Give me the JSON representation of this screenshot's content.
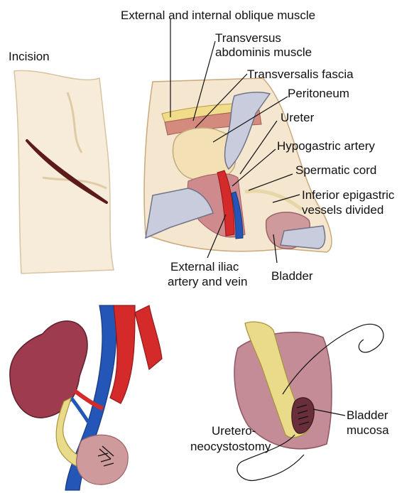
{
  "labels": {
    "incision": "Incision",
    "oblique_muscle": "External and internal oblique muscle",
    "transversus_1": "Transversus",
    "transversus_2": "abdominis muscle",
    "transversalis_fascia": "Transversalis fascia",
    "peritoneum": "Peritoneum",
    "ureter": "Ureter",
    "hypogastric_artery": "Hypogastric artery",
    "spermatic_cord": "Spermatic cord",
    "inferior_epigastric_1": "Inferior epigastric",
    "inferior_epigastric_2": "vessels divided",
    "external_iliac_1": "External iliac",
    "external_iliac_2": "artery and vein",
    "bladder": "Bladder",
    "ureteroneocystostomy_1": "Uretero-",
    "ureteroneocystostomy_2": "neocystostomy",
    "bladder_mucosa_1": "Bladder",
    "bladder_mucosa_2": "mucosa"
  },
  "colors": {
    "skin": "#f6ead6",
    "skin_shadow": "#e8d6ba",
    "muscle": "#c98a86",
    "muscle_dark": "#a85f60",
    "fat": "#f3e2a6",
    "artery": "#d42a2a",
    "vein": "#2456b8",
    "kidney": "#9e3b4f",
    "ureter": "#eadb8a",
    "retractor": "#c8ccdc",
    "line": "#111111"
  }
}
